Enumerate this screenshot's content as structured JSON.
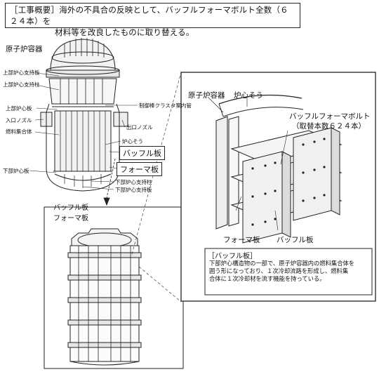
{
  "summary": {
    "line1": "［工事概要］海外の不具合の反映として、バッフルフォーマボルト全数（６２４本）を",
    "line2": "材料等を改良したものに取り替える。"
  },
  "reactor": {
    "title": "原子炉容器",
    "labels": {
      "upper_core_support_plate": "上部炉心支持板",
      "upper_core_support_column": "上部炉心支持柱",
      "upper_core_plate": "上部炉心板",
      "inlet_nozzle": "入口ノズル",
      "fuel_assembly": "燃料集合体",
      "lower_core_plate": "下部炉心板",
      "control_rod_guide": "制御棒クラスタ案内管",
      "outlet_nozzle": "出口ノズル",
      "core_barrel": "炉心そう",
      "baffle_plate": "バッフル板",
      "former_plate": "フォーマ板",
      "lower_core_support_column": "下部炉心支持柱",
      "lower_core_support_plate": "下部炉心支持板"
    }
  },
  "assembly_labels": {
    "baffle": "バッフル板",
    "former": "フォーマ板"
  },
  "detail": {
    "vessel": "原子炉容器",
    "barrel": "炉心そう",
    "bolt_line1": "バッフルフォーマボルト",
    "bolt_line2": "（取替本数６２４本）",
    "former": "フォーマ板",
    "baffle": "バッフル板"
  },
  "explanation": {
    "title": "［バッフル板］",
    "line1": "下部炉心構造物の一部で、原子炉容器内の燃料集合体を",
    "line2": "囲う形になっており、１次冷却流路を形成し、燃料集",
    "line3": "合体に１次冷却材を流す機能を持っている。"
  }
}
